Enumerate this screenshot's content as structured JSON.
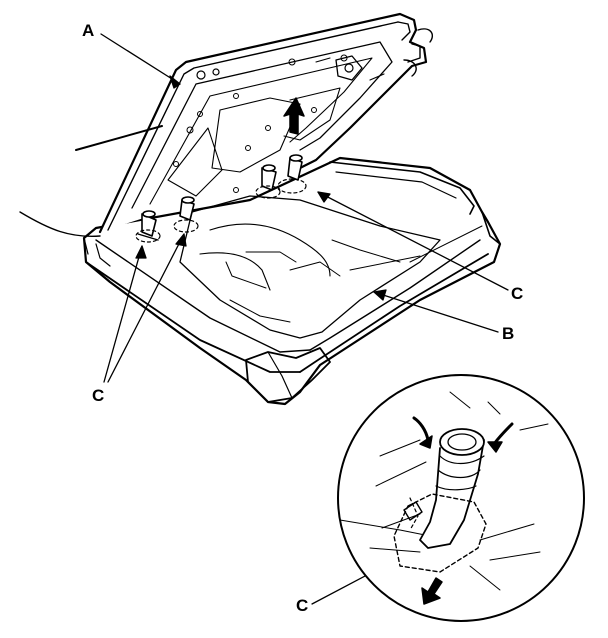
{
  "diagram": {
    "callouts": {
      "a": "A",
      "b": "B",
      "c_right": "C",
      "c_left": "C",
      "c_detail": "C"
    },
    "colors": {
      "ink": "#000000",
      "paper": "#ffffff"
    },
    "icons": {
      "lift_arrow": "arrow-up-icon",
      "rotate_arrows": "rotate-arrows-icon",
      "pull_arrow": "arrow-down-icon"
    }
  }
}
